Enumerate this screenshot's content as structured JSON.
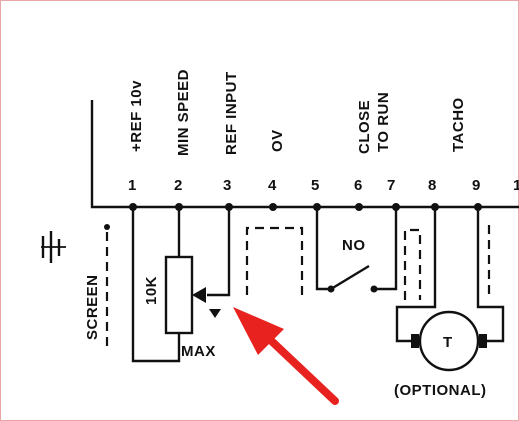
{
  "terminals": [
    {
      "number": "1",
      "label": "+REF 10v"
    },
    {
      "number": "2",
      "label": "MIN SPEED"
    },
    {
      "number": "3",
      "label": "REF INPUT"
    },
    {
      "number": "4",
      "label": "OV"
    },
    {
      "number": "5",
      "label": ""
    },
    {
      "number": "6",
      "label": "CLOSE"
    },
    {
      "number": "7",
      "label": "TO RUN"
    },
    {
      "number": "8",
      "label": "TACHO"
    },
    {
      "number": "9",
      "label": ""
    },
    {
      "number": "1",
      "label": ""
    }
  ],
  "components": {
    "screen_label": "SCREEN",
    "resistor_value": "10K",
    "pot_max_label": "MAX",
    "switch_label": "NO",
    "tacho_symbol": "T",
    "tacho_note": "(OPTIONAL)"
  },
  "annotation": {
    "arrow_color": "#e8231f",
    "points_to": "potentiometer wiper"
  },
  "colors": {
    "ink": "#111111",
    "frame_border": "#e9a7a7",
    "background": "#ffffff"
  }
}
